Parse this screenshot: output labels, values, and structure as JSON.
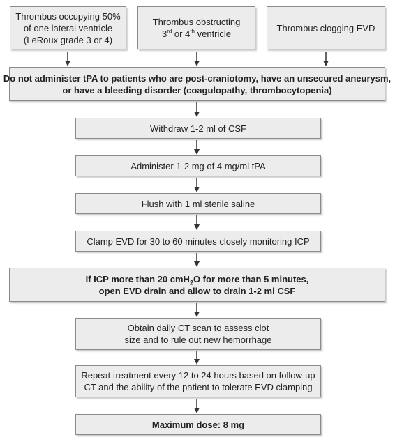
{
  "top_boxes": [
    {
      "lines": [
        "Thrombus occupying 50%",
        "of one lateral ventricle",
        "(LeRoux grade 3 or 4)"
      ]
    },
    {
      "line1": "Thrombus obstructing",
      "line2_a": "3",
      "line2_sup1": "rd",
      "line2_b": " or 4",
      "line2_sup2": "th",
      "line2_c": " ventricle"
    },
    {
      "lines": [
        "Thrombus clogging EVD"
      ]
    }
  ],
  "warning": {
    "lines": [
      "Do not administer tPA to patients who are post-craniotomy, have an  unsecured aneurysm,",
      "or have a bleeding disorder (coagulopathy, thrombocytopenia)"
    ]
  },
  "steps": [
    {
      "lines": [
        "Withdraw 1-2 ml of CSF"
      ]
    },
    {
      "lines": [
        "Administer 1-2 mg of 4 mg/ml tPA"
      ]
    },
    {
      "lines": [
        "Flush with 1 ml sterile saline"
      ]
    },
    {
      "lines": [
        "Clamp EVD for 30 to 60 minutes closely monitoring ICP"
      ]
    }
  ],
  "icp_box": {
    "line1_a": "If ICP more than 20 cmH",
    "line1_sub": "2",
    "line1_b": "O for more than 5 minutes,",
    "line2": "open EVD drain and allow to drain 1-2 ml CSF"
  },
  "followup": [
    {
      "lines": [
        "Obtain daily CT scan to assess clot",
        "size and to rule out new hemorrhage"
      ]
    },
    {
      "lines": [
        "Repeat treatment every 12 to 24 hours based on follow-up",
        "CT and the ability of the patient to tolerate EVD clamping"
      ]
    }
  ],
  "max_dose": {
    "label": "Maximum dose: 8 mg"
  },
  "colors": {
    "box_fill": "#ececec",
    "box_border": "#8a8a8a",
    "arrow": "#333333"
  }
}
